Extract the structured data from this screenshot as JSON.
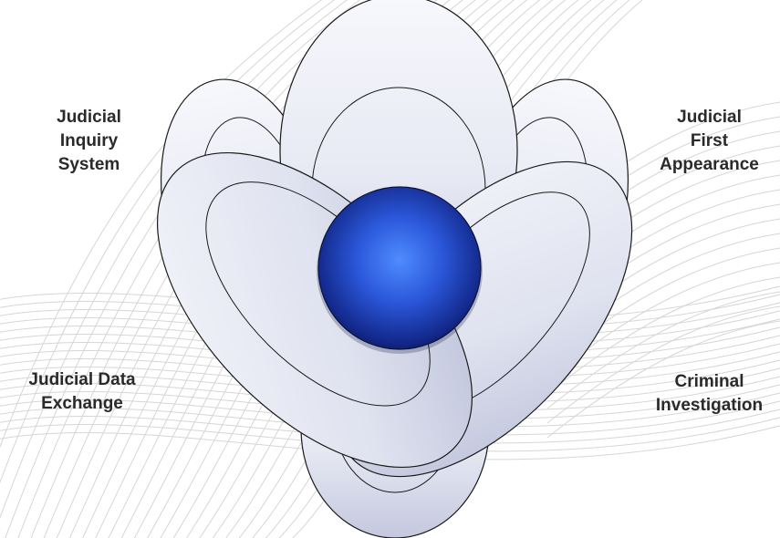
{
  "labels": {
    "top_left": [
      "Judicial",
      "Inquiry",
      "System"
    ],
    "top_right": [
      "Judicial",
      "First",
      "Appearance"
    ],
    "bottom_left": [
      "Judicial Data",
      "Exchange"
    ],
    "bottom_right": [
      "Criminal",
      "Investigation"
    ]
  },
  "colors": {
    "petal_fill_light": "#f4f5fb",
    "petal_fill_dark": "#c9cce0",
    "petal_stroke": "#1a1a1a",
    "sphere_highlight": "#4f8cff",
    "sphere_mid": "#1f45c8",
    "sphere_shadow": "#0a1450",
    "background_lines": "#d6d6d6"
  }
}
